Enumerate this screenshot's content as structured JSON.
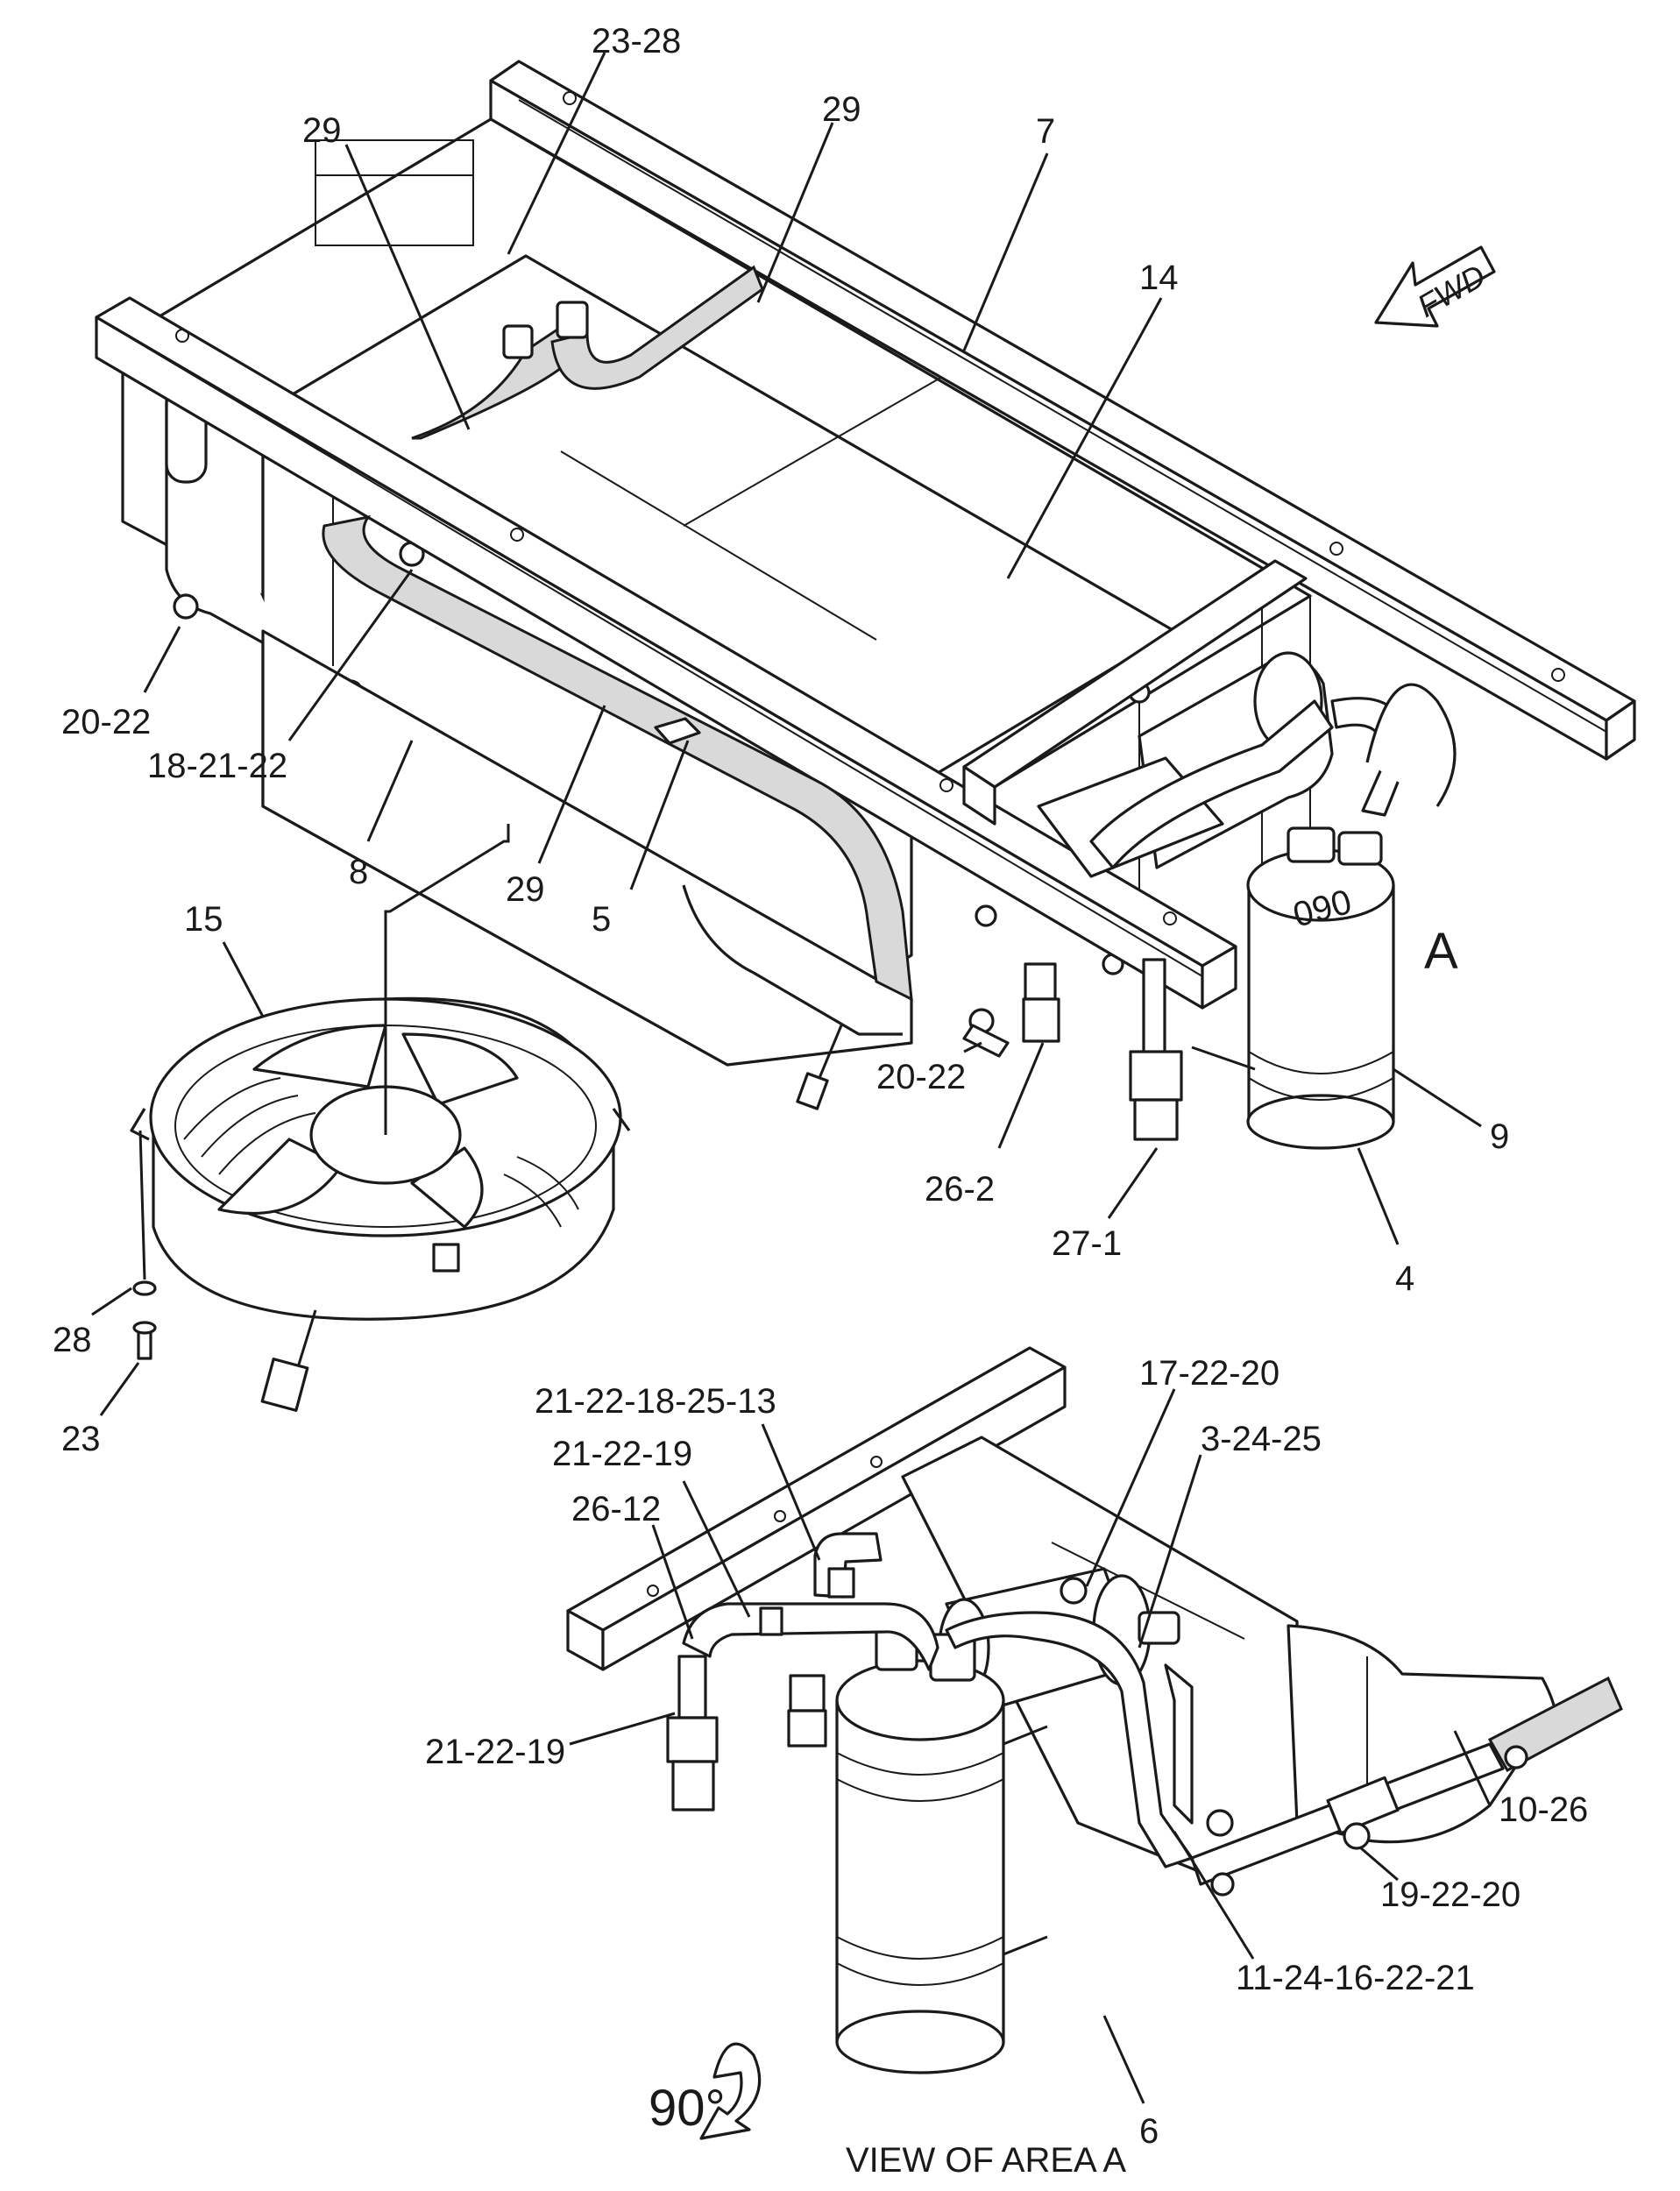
{
  "callouts": {
    "c_23_28": "23-28",
    "c_29_left": "29",
    "c_29_top": "29",
    "c_7": "7",
    "c_14": "14",
    "c_20_22_left": "20-22",
    "c_18_21_22": "18-21-22",
    "c_8": "8",
    "c_29_mid": "29",
    "c_5": "5",
    "c_15": "15",
    "c_20_22_mid": "20-22",
    "c_26_2": "26-2",
    "c_27_1": "27-1",
    "c_9": "9",
    "c_4": "4",
    "c_28": "28",
    "c_23": "23",
    "c_21_22_18_25_13": "21-22-18-25-13",
    "c_17_22_20": "17-22-20",
    "c_21_22_19_top": "21-22-19",
    "c_3_24_25": "3-24-25",
    "c_26_12": "26-12",
    "c_21_22_19_left": "21-22-19",
    "c_10_26": "10-26",
    "c_19_22_20": "19-22-20",
    "c_11_24_16_22_21": "11-24-16-22-21",
    "c_6": "6"
  },
  "markers": {
    "area_a": "A",
    "fwd_arrow": "FWD",
    "rotation": "90°",
    "view_caption": "VIEW OF AREA A"
  },
  "drawing_marks": {
    "drier_stamp": "090"
  }
}
